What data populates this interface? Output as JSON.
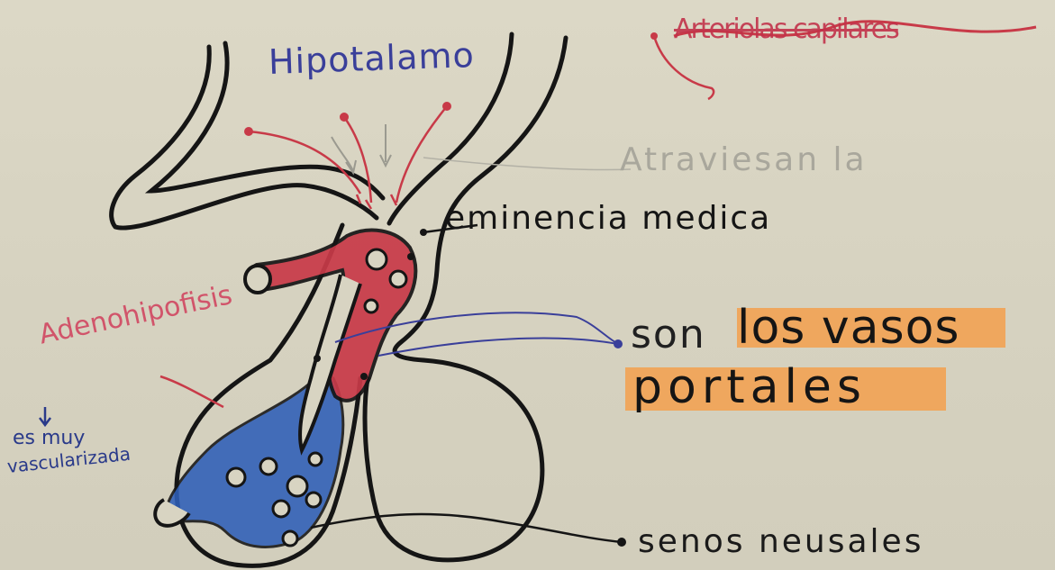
{
  "labels": {
    "hipotalamo": "Hipotalamo",
    "atraviesan": "Atraviesan la",
    "eminencia": "eminencia medica",
    "son": "son",
    "losvasos": "los vasos",
    "portales": "portales",
    "senos": "senos neusales",
    "adenohipofisis": "Adenohipofisis",
    "muy": "es muy",
    "vascularizada": "vascularizada",
    "scribble": "Arteriolas capilares"
  },
  "colors": {
    "ink": "#151515",
    "red": "#c83a48",
    "blue": "#2f5fb8",
    "navy": "#3a3f9a",
    "highlight": "#f3a04c",
    "pencil": "#a9a79c"
  }
}
